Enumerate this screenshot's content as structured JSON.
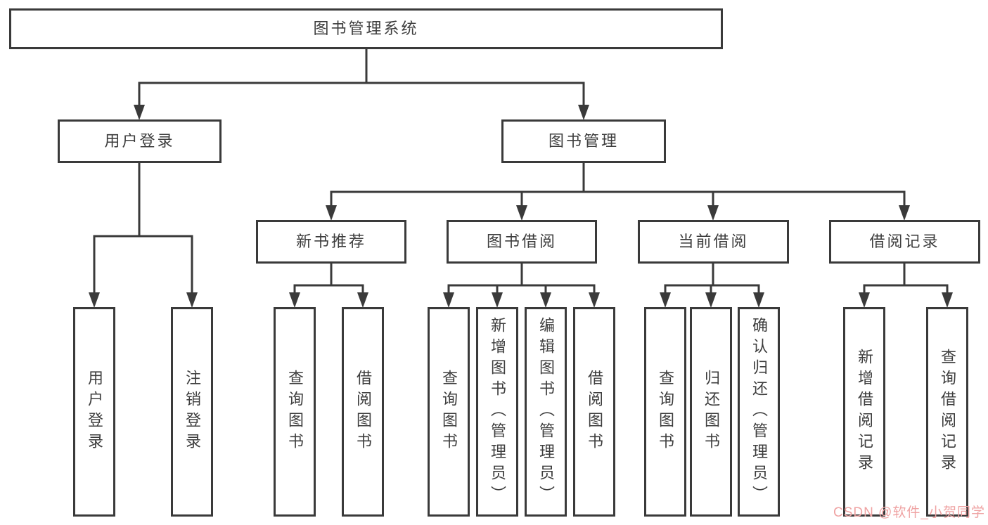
{
  "nodes": {
    "root": {
      "label": "图书管理系统"
    },
    "user_login": {
      "label": "用户登录"
    },
    "book_mgmt": {
      "label": "图书管理"
    },
    "new_book_rec": {
      "label": "新书推荐"
    },
    "book_borrow": {
      "label": "图书借阅"
    },
    "current_borrow": {
      "label": "当前借阅"
    },
    "borrow_record": {
      "label": "借阅记录"
    },
    "leaf_user_login": {
      "label": "用户登录"
    },
    "leaf_logout": {
      "label": "注销登录"
    },
    "leaf_nb_query": {
      "label": "查询图书"
    },
    "leaf_nb_borrow": {
      "label": "借阅图书"
    },
    "leaf_bb_query": {
      "label": "查询图书"
    },
    "leaf_bb_add": {
      "label": "新增图书（管理员）"
    },
    "leaf_bb_edit": {
      "label": "编辑图书（管理员）"
    },
    "leaf_bb_borrow": {
      "label": "借阅图书"
    },
    "leaf_cb_query": {
      "label": "查询图书"
    },
    "leaf_cb_return": {
      "label": "归还图书"
    },
    "leaf_cb_confirm": {
      "label": "确认归还（管理员）"
    },
    "leaf_br_add": {
      "label": "新增借阅记录"
    },
    "leaf_br_query": {
      "label": "查询借阅记录"
    }
  },
  "watermark": {
    "text": "CSDN @软件_小贺同学"
  },
  "colors": {
    "line": "#3a3a3a",
    "text": "#3d3d3d",
    "watermark": "#efa3a3",
    "background": "#ffffff"
  }
}
